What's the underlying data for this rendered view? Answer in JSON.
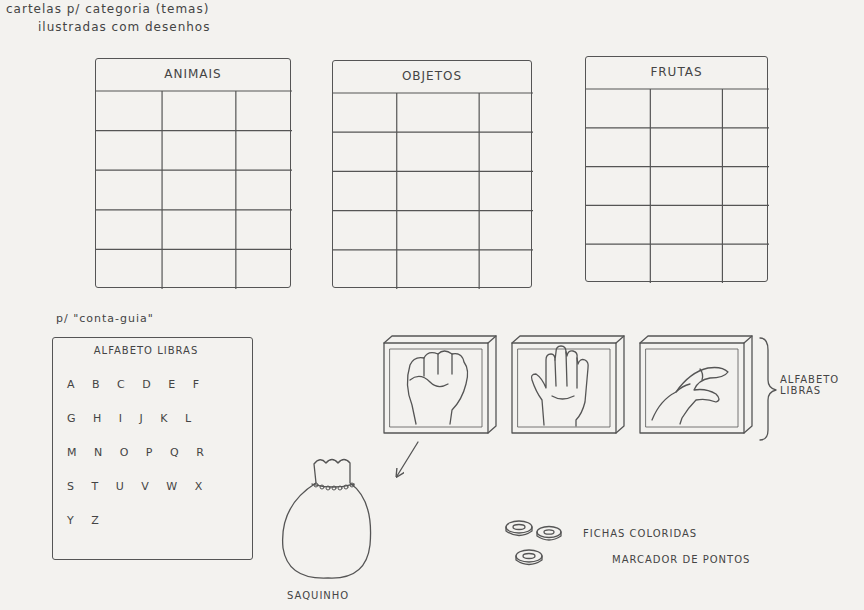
{
  "diagram": {
    "nodes": [
      {
        "text": [
          "ANIMAIS"
        ]
      },
      {
        "text": [
          "OBJETOS"
        ]
      },
      {
        "text": [
          "FRUTAS"
        ]
      },
      {
        "text": [
          "ALFABETO LIBRAS",
          "A B C D E F",
          "G H I J K L",
          "M N O P Q R",
          "S T U V W X",
          "Y Z"
        ]
      }
    ],
    "labels": [
      "cartelas p/ categoria (temas)",
      "ilustradas com desenhos",
      "p/ \"conta-guia\"",
      "ALFABETO LIBRAS",
      "SAQUINHO",
      "FICHAS COLORIDAS",
      "MARCADOR DE PONTOS"
    ]
  }
}
